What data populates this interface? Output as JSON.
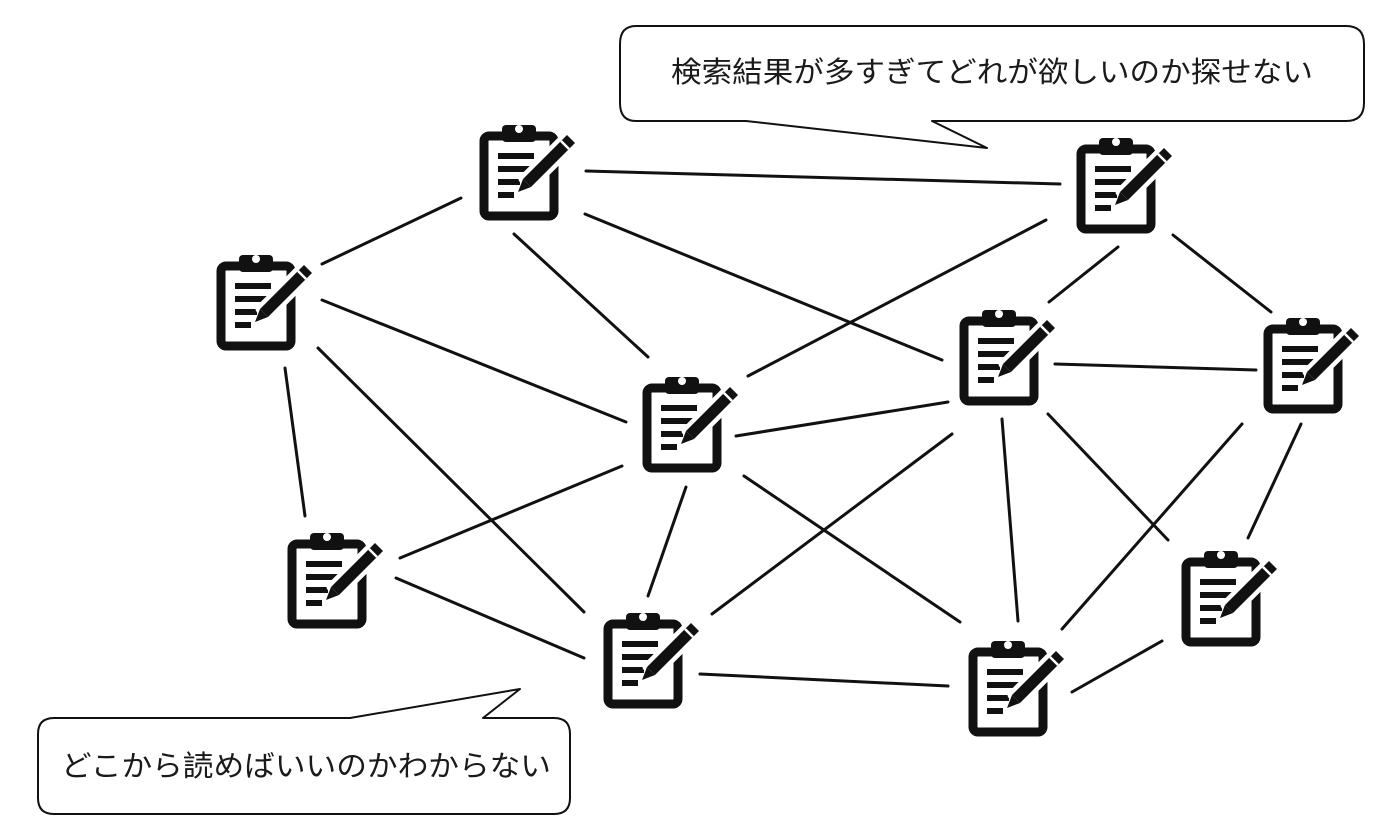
{
  "diagram": {
    "callouts": [
      {
        "id": "search",
        "text": "検索結果が多すぎてどれが欲しいのか探せない"
      },
      {
        "id": "reading",
        "text": "どこから読めばいいのかわからない"
      }
    ],
    "node_icon": "clipboard-edit-icon",
    "colors": {
      "line": "#111111",
      "icon": "#111111",
      "background": "#ffffff"
    }
  }
}
